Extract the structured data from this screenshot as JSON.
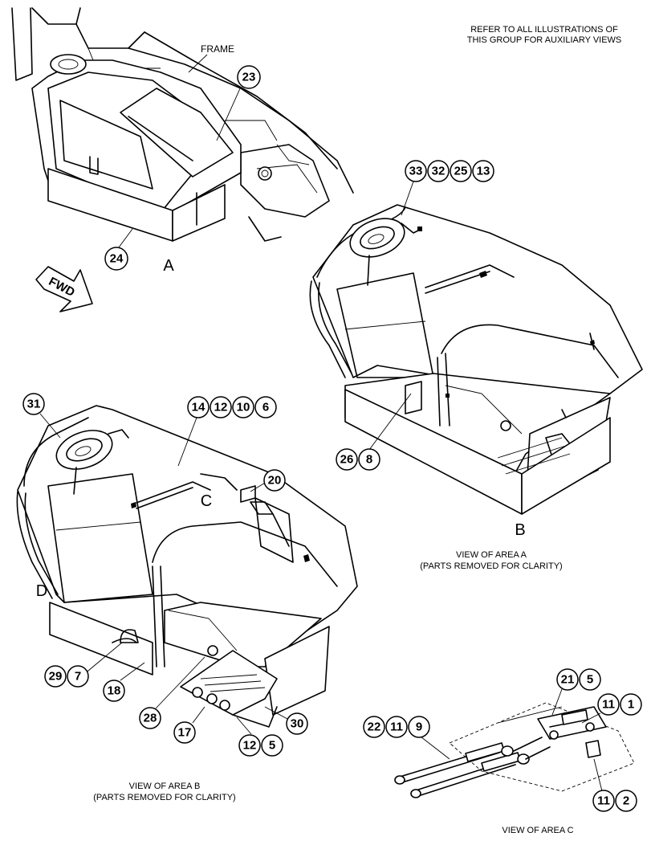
{
  "header_note": {
    "line1": "REFER TO ALL ILLUSTRATIONS OF",
    "line2": "THIS GROUP FOR AUXILIARY VIEWS"
  },
  "labels": {
    "frame": "FRAME",
    "fwd": "FWD",
    "view_a_letter": "A",
    "view_b_letter": "B",
    "view_c_letter": "C",
    "view_d_letter": "D"
  },
  "captions": {
    "area_a_line1": "VIEW OF AREA A",
    "area_a_line2": "(PARTS REMOVED FOR CLARITY)",
    "area_b_line1": "VIEW OF AREA B",
    "area_b_line2": "(PARTS REMOVED FOR CLARITY)",
    "area_c_line1": "VIEW OF AREA C"
  },
  "callouts": {
    "main": {
      "c23": "23",
      "c24": "24"
    },
    "area_a": {
      "c33": "33",
      "c32": "32",
      "c25": "25",
      "c13": "13",
      "c26": "26",
      "c8": "8"
    },
    "area_b": {
      "c31": "31",
      "c14": "14",
      "c12": "12",
      "c10": "10",
      "c6": "6",
      "c20": "20",
      "c29": "29",
      "c7": "7",
      "c18": "18",
      "c28": "28",
      "c17": "17",
      "c30": "30",
      "c12b": "12",
      "c5b": "5"
    },
    "area_c": {
      "c21": "21",
      "c5": "5",
      "c11a": "11",
      "c1": "1",
      "c22": "22",
      "c11b": "11",
      "c9": "9",
      "c11c": "11",
      "c2": "2"
    }
  },
  "colors": {
    "ink": "#000000",
    "paper": "#ffffff"
  }
}
